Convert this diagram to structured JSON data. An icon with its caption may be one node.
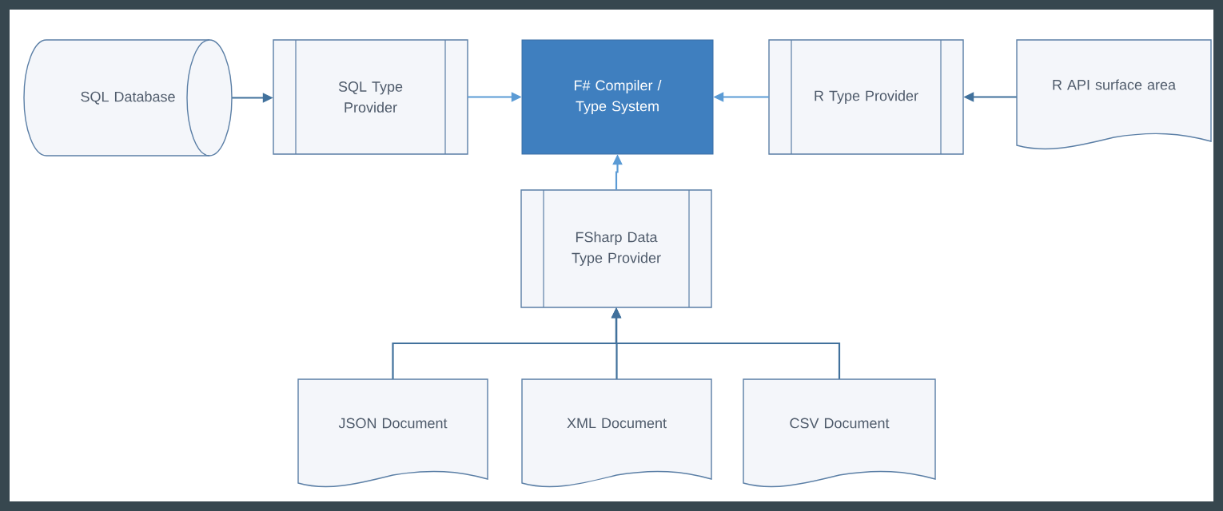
{
  "diagram": {
    "nodes": [
      {
        "text": [
          "SQL Database"
        ]
      },
      {
        "text": [
          "SQL Type Provider"
        ]
      },
      {
        "text": [
          "F# Compiler / Type System"
        ]
      },
      {
        "text": [
          "R Type Provider"
        ]
      },
      {
        "text": [
          "R API surface area"
        ]
      },
      {
        "text": [
          "FSharp Data Type Provider"
        ]
      },
      {
        "text": [
          "JSON Document"
        ]
      },
      {
        "text": [
          "XML Document"
        ]
      },
      {
        "text": [
          "CSV Document"
        ]
      }
    ],
    "edges": [
      {
        "from": 0,
        "to": 1,
        "arrow": "to"
      },
      {
        "from": 1,
        "to": 2,
        "arrow": "to",
        "color": "#5b9bd5"
      },
      {
        "from": 3,
        "to": 2,
        "arrow": "to",
        "color": "#5b9bd5"
      },
      {
        "from": 4,
        "to": 3,
        "arrow": "to"
      },
      {
        "from": 5,
        "to": 2,
        "arrow": "to",
        "color": "#5b9bd5"
      },
      {
        "from": 6,
        "to": 5,
        "arrow": "to"
      },
      {
        "from": 7,
        "to": 5,
        "arrow": "to"
      },
      {
        "from": 8,
        "to": 5,
        "arrow": "to"
      }
    ]
  }
}
